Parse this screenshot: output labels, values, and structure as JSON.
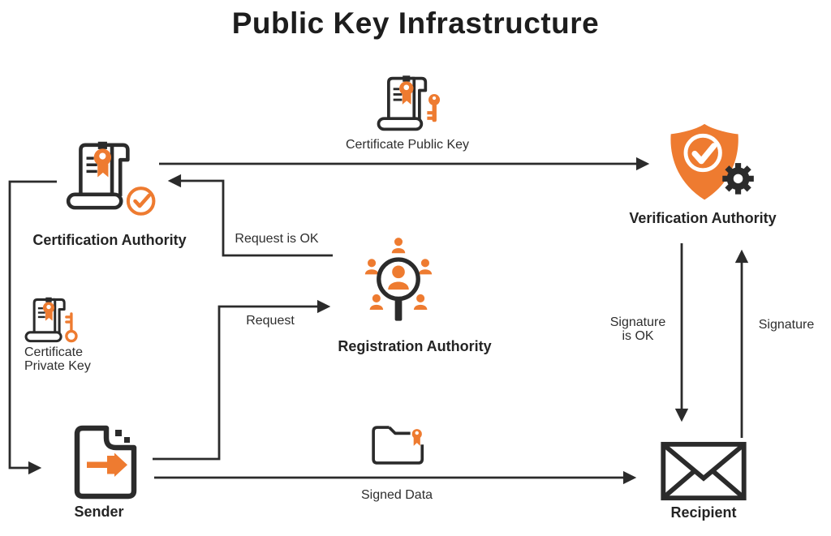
{
  "title": "Public Key Infrastructure",
  "colors": {
    "accent": "#EE7B30",
    "ink": "#2B2B2B"
  },
  "nodes": {
    "certification_authority": {
      "label": "Certification Authority"
    },
    "verification_authority": {
      "label": "Verification Authority"
    },
    "registration_authority": {
      "label": "Registration Authority"
    },
    "sender": {
      "label": "Sender"
    },
    "recipient": {
      "label": "Recipient"
    }
  },
  "artifacts": {
    "certificate_public_key": {
      "label": "Certificate Public Key"
    },
    "certificate_private_key": {
      "line1": "Certificate",
      "line2": "Private Key"
    },
    "signed_data": {
      "label": "Signed Data"
    }
  },
  "edges": {
    "request": {
      "label": "Request"
    },
    "request_is_ok": {
      "label": "Request is OK"
    },
    "signature": {
      "label": "Signature"
    },
    "signature_is_ok": {
      "line1": "Signature",
      "line2": "is OK"
    }
  }
}
